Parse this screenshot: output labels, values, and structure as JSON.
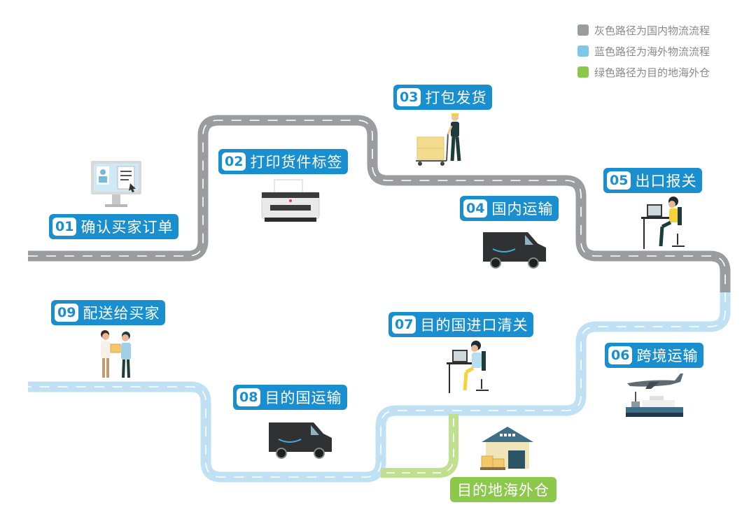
{
  "legend": [
    {
      "label": "灰色路径为国内物流流程",
      "color": "#9b9ca0"
    },
    {
      "label": "蓝色路径为海外物流流程",
      "color": "#7fc7ea"
    },
    {
      "label": "绿色路径为目的地海外仓",
      "color": "#8cc84b"
    }
  ],
  "steps": [
    {
      "num": "01",
      "label": "确认买家订单",
      "icon": "computer-order-icon"
    },
    {
      "num": "02",
      "label": "打印货件标签",
      "icon": "printer-icon"
    },
    {
      "num": "03",
      "label": "打包发货",
      "icon": "worker-cart-icon"
    },
    {
      "num": "04",
      "label": "国内运输",
      "icon": "delivery-van-icon"
    },
    {
      "num": "05",
      "label": "出口报关",
      "icon": "desk-worker-icon"
    },
    {
      "num": "06",
      "label": "跨境运输",
      "icon": "plane-ship-icon"
    },
    {
      "num": "07",
      "label": "目的国进口清关",
      "icon": "desk-worker-icon"
    },
    {
      "num": "08",
      "label": "目的国运输",
      "icon": "delivery-van-icon"
    },
    {
      "num": "09",
      "label": "配送给买家",
      "icon": "handover-icon"
    }
  ],
  "warehouse": {
    "label": "目的地海外仓",
    "icon": "warehouse-icon"
  },
  "colors": {
    "domestic": "#9b9ca0",
    "overseas": "#bfe1f3",
    "warehouse": "#bfe08f",
    "badge": "#1a8fd0"
  }
}
